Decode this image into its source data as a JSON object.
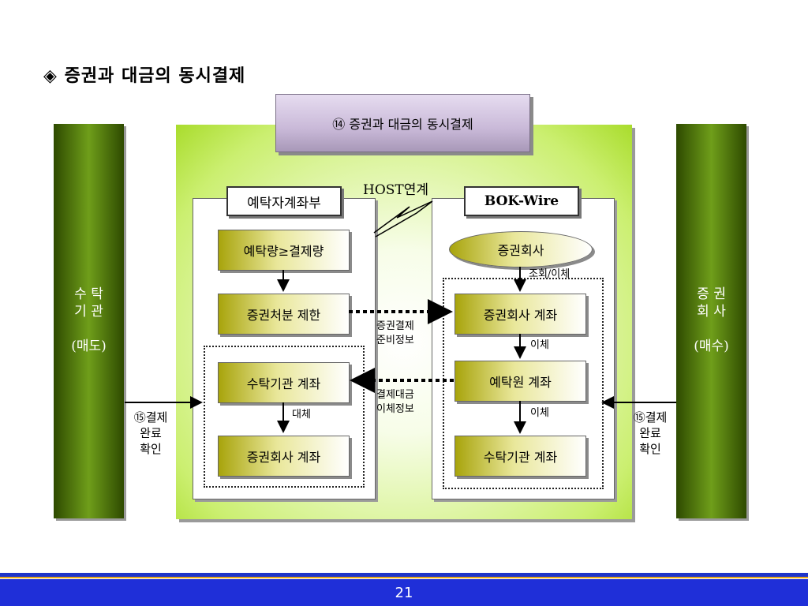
{
  "page_title": "◈ 증권과 대금의 동시결제",
  "top_box": "⑭ 증권과 대금의 동시결제",
  "left_sidebar": "수 탁\n기 관\n\n(매도)",
  "right_sidebar": "증 권\n회 사\n\n(매수)",
  "host_label": "HOST연계",
  "left_panel": {
    "header": "예탁자계좌부",
    "box1": "예탁량≥결제량",
    "box2": "증권처분 제한",
    "box3": "수탁기관 계좌",
    "box4": "증권회사 계좌",
    "arrow_label": "대체"
  },
  "right_panel": {
    "header": "BOK-Wire",
    "oval": "증권회사",
    "label_inquiry": "조회/이체",
    "box1": "증권회사 계좌",
    "box2": "예탁원 계좌",
    "box3": "수탁기관 계좌",
    "arrow_label1": "이체",
    "arrow_label2": "이체"
  },
  "mid_label1": "증권결제\n준비정보",
  "mid_label2": "결제대금\n이체정보",
  "left_note": "⑮결제\n완료\n확인",
  "right_note": "⑮결제\n완료\n확인",
  "page_number": "21"
}
